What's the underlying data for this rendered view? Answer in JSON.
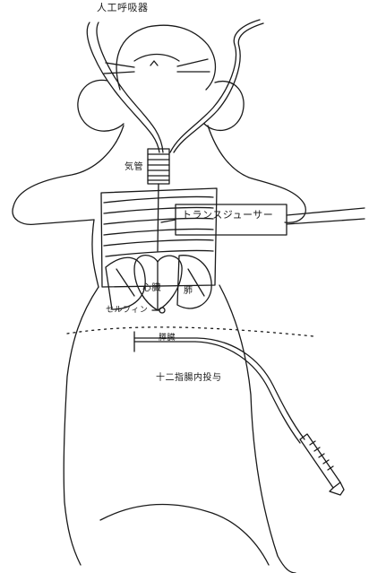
{
  "figure": {
    "labels": {
      "ventilator": "人工呼吸器",
      "trachea": "気管",
      "transducer": "トランスジューサー",
      "heart": "心臓",
      "lung": "肺",
      "selfin": "セルフィン",
      "pancreas": "膵臓",
      "duodenum_injection": "十二指腸内投与"
    },
    "colors": {
      "ink": "#1a1a1a",
      "background": "#ffffff"
    }
  }
}
